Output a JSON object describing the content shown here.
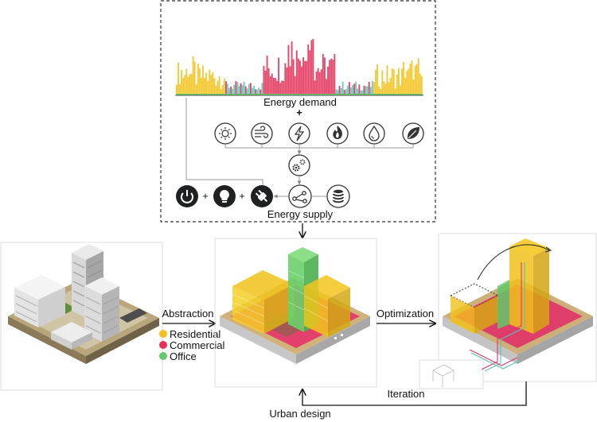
{
  "labels": {
    "energy_demand": "Energy demand",
    "plus": "+",
    "energy_supply": "Energy supply",
    "abstraction": "Abstraction",
    "optimization": "Optimization",
    "iteration": "Iteration",
    "urban_design": "Urban design"
  },
  "legend": [
    {
      "label": "Residential",
      "color": "#f2c21b"
    },
    {
      "label": "Commercial",
      "color": "#e3315a"
    },
    {
      "label": "Office",
      "color": "#66c96b"
    }
  ],
  "colors": {
    "residential": "#f2c21b",
    "commercial": "#e3315a",
    "office": "#66c96b",
    "teal": "#5dc7b8",
    "dark_icon": "#1e2022"
  },
  "demand_icons": [
    "sun-icon",
    "wind-icon",
    "lightning-icon",
    "flame-icon",
    "water-drop-icon",
    "leaf-icon"
  ],
  "supply_icons": [
    "power-icon",
    "bulb-icon",
    "plug-icon",
    "network-icon",
    "database-icon",
    "gears-icon"
  ]
}
